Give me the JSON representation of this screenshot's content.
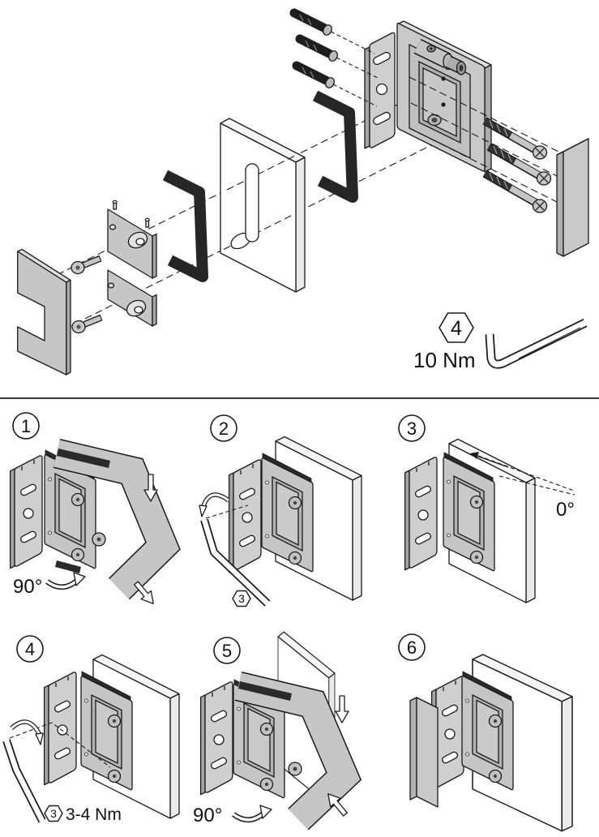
{
  "figure": {
    "type": "hinge-assembly-instructions",
    "torque_callout": {
      "badge_number": "4",
      "torque_value": "10 Nm",
      "tool_icon": "hex-key-icon"
    },
    "steps": [
      {
        "number": "1",
        "labels": {
          "rotation": "90°"
        }
      },
      {
        "number": "2",
        "labels": {
          "tool_badge": "3"
        }
      },
      {
        "number": "3",
        "labels": {
          "angle": "0°"
        }
      },
      {
        "number": "4",
        "labels": {
          "tool_badge": "3",
          "torque": "3-4 Nm"
        }
      },
      {
        "number": "5",
        "labels": {
          "rotation": "90°"
        }
      },
      {
        "number": "6",
        "labels": {}
      }
    ],
    "colors": {
      "outline": "#1a1a1a",
      "metal": "#c6c6c6",
      "metal_dark": "#a5a5a5",
      "gasket": "#262626",
      "panel": "#ffffff"
    }
  }
}
